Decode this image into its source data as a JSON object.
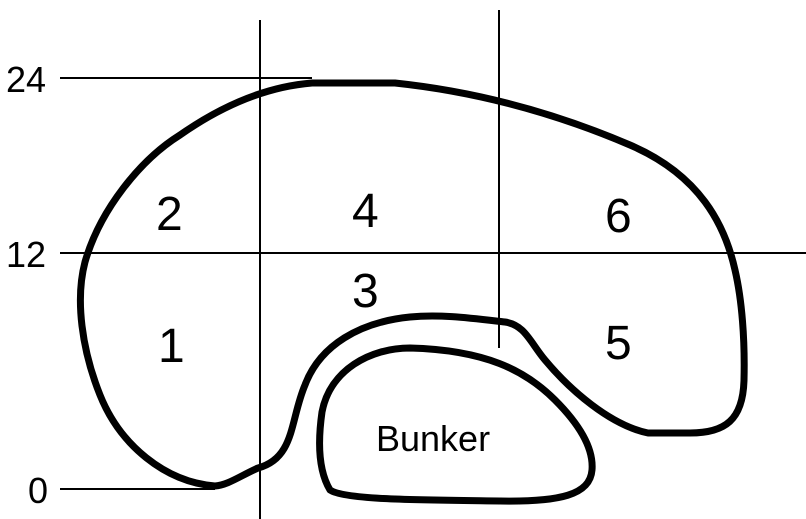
{
  "y_axis": {
    "ticks": [
      "0",
      "12",
      "24"
    ]
  },
  "zones": [
    "1",
    "2",
    "3",
    "4",
    "5",
    "6"
  ],
  "bunker": {
    "label": "Bunker"
  },
  "colors": {
    "ink": "#000000",
    "background": "#ffffff"
  }
}
